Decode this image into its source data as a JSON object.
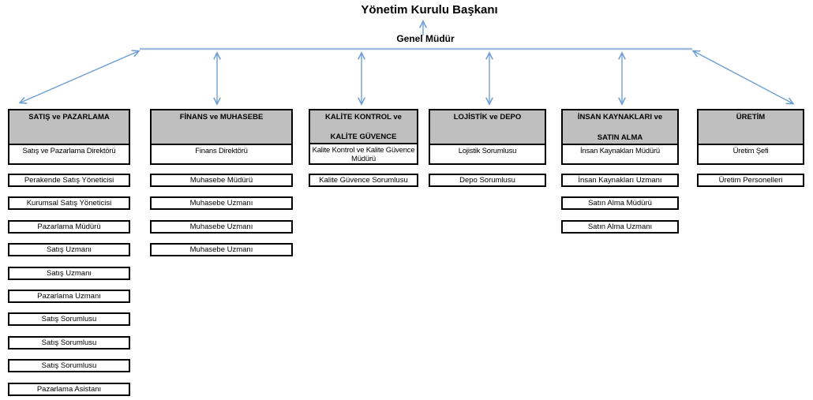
{
  "title": "Yönetim Kurulu Başkanı",
  "general_manager": "Genel Müdür",
  "colors": {
    "header_fill": "#BFBFBF",
    "box_border": "#000000",
    "arrow": "#6E9FD4",
    "line": "#A3BBDB"
  },
  "departments": [
    {
      "name_line1": "SATIŞ ve PAZARLAMA",
      "name_line2": "",
      "head": "Satış ve Pazarlama Direktörü",
      "staff": [
        "Perakende Satış Yöneticisi",
        "Kurumsal Satış Yöneticisi",
        "Pazarlama Müdürü",
        "Satış Uzmanı",
        "Satış Uzmanı",
        "Pazarlama Uzmanı",
        "Satış Sorumlusu",
        "Satış Sorumlusu",
        "Satış Sorumlusu",
        "Pazarlama Asistanı"
      ]
    },
    {
      "name_line1": "FİNANS ve MUHASEBE",
      "name_line2": "",
      "head": "Finans Direktörü",
      "staff": [
        "Muhasebe Müdürü",
        "Muhasebe Uzmanı",
        "Muhasebe Uzmanı",
        "Muhasebe Uzmanı"
      ]
    },
    {
      "name_line1": "KALİTE KONTROL ve",
      "name_line2": "KALİTE GÜVENCE",
      "head": "Kalite Kontrol ve Kalite Güvence Müdürü",
      "staff": [
        "Kalite Güvence Sorumlusu"
      ]
    },
    {
      "name_line1": "LOJİSTİK ve DEPO",
      "name_line2": "",
      "head": "Lojistik Sorumlusu",
      "staff": [
        "Depo Sorumlusu"
      ]
    },
    {
      "name_line1": "İNSAN KAYNAKLARI ve",
      "name_line2": "SATIN ALMA",
      "head": "İnsan Kaynakları Müdürü",
      "staff": [
        "İnsan Kaynakları Uzmanı",
        "Satın Alma Müdürü",
        "Satın Alma Uzmanı"
      ]
    },
    {
      "name_line1": "ÜRETİM",
      "name_line2": "",
      "head": "Üretim Şefi",
      "staff": [
        "Üretim Personelleri"
      ]
    }
  ]
}
